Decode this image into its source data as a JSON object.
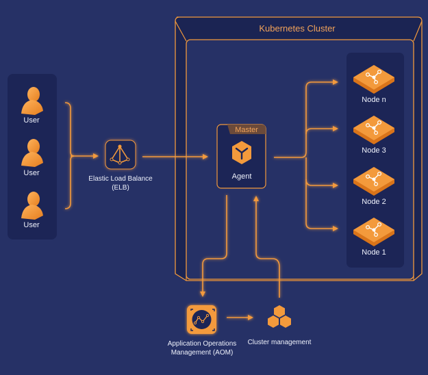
{
  "diagram": {
    "cluster_title": "Kubernetes Cluster",
    "users": [
      {
        "label": "User",
        "icon": "user-icon"
      },
      {
        "label": "User",
        "icon": "user-icon"
      },
      {
        "label": "User",
        "icon": "user-icon"
      }
    ],
    "elb": {
      "label_line1": "Elastic Load Balance",
      "label_line2": "(ELB)",
      "icon": "load-balancer-icon"
    },
    "master": {
      "badge": "Master",
      "label": "Agent",
      "icon": "agent-cube-icon"
    },
    "nodes": [
      {
        "label": "Node n",
        "icon": "node-icon"
      },
      {
        "label": "Node 3",
        "icon": "node-icon"
      },
      {
        "label": "Node 2",
        "icon": "node-icon"
      },
      {
        "label": "Node 1",
        "icon": "node-icon"
      }
    ],
    "aom": {
      "label_line1": "Application Operations",
      "label_line2": "Management  (AOM)",
      "icon": "monitoring-chart-icon"
    },
    "cluster_management": {
      "label": "Cluster management",
      "icon": "hexagon-cluster-icon"
    }
  },
  "colors": {
    "background": "#263166",
    "panel": "#1c2556",
    "accent": "#f39a3c",
    "accent_dark": "#d9741a",
    "text": "#eef1fb"
  }
}
